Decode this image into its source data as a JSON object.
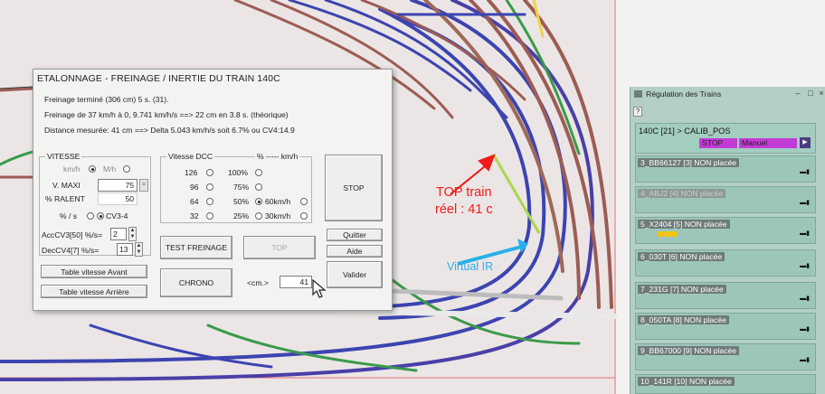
{
  "dialog": {
    "title": "ETALONNAGE - FREINAGE / INERTIE DU TRAIN 140C",
    "info_lines": [
      "Freinage terminé (306 cm) 5 s. (31).",
      "Freinage de 37 km/h à 0, 9.741 km/h/s ==> 22 cm en 3.8 s. (théorique)",
      "Distance mesurée: 41 cm ==> Delta 5.043 km/h/s soit 6.7% ou CV4:14.9"
    ],
    "vitesse": {
      "title": "VITESSE",
      "unit_kmh": "km/h",
      "unit_mh": "M/h",
      "vmaxi_label": "V. MAXI",
      "vmaxi_value": "75",
      "ralent_label": "% RALENT",
      "ralent_value": "50",
      "pct_s_label": "% / s",
      "cv_option": "CV3-4"
    },
    "dcc": {
      "title": "Vitesse  DCC",
      "pct_header": "% ----- km/h",
      "rows": [
        {
          "dcc": "126",
          "pct": "100%",
          "kmh": ""
        },
        {
          "dcc": "96",
          "pct": "75%",
          "kmh": ""
        },
        {
          "dcc": "64",
          "pct": "50%",
          "kmh": "60km/h"
        },
        {
          "dcc": "32",
          "pct": "25%",
          "kmh": "30km/h"
        }
      ]
    },
    "acc_label": "AccCV3[50] %/s=",
    "acc_value": "2",
    "dec_label": "DecCV4[7] %/s=",
    "dec_value": "13",
    "buttons": {
      "stop": "STOP",
      "table_avant": "Table vitesse Avant",
      "table_arriere": "Table vitesse Arrière",
      "test_freinage": "TEST FREINAGE",
      "top": "TOP",
      "chrono": "CHRONO",
      "quitter": "Quitter",
      "aide": "Aide",
      "valider": "Valider"
    },
    "cm_label": "<cm.>",
    "cm_value": "41"
  },
  "annotations": {
    "top_train_line1": "TOP train",
    "top_train_line2": "réel : 41 c",
    "virtual": "Virtual IR",
    "red_color": "#f01b1b",
    "blue_color": "#28b0ea"
  },
  "regulation": {
    "title": "Régulation des Trains",
    "help": "?",
    "current": {
      "name": "140C [21] > CALIB_POS",
      "state": "STOP",
      "mode": "Manuel"
    },
    "trains": [
      {
        "label": "3_BB66127 [3] NON placée",
        "dim": false
      },
      {
        "label": "4_ABJ2 [4] NON placée",
        "dim": true
      },
      {
        "label": "5_X2404 [5] NON placée",
        "dim": false
      },
      {
        "label": "6_030T [6] NON placée",
        "dim": false
      },
      {
        "label": "7_231G [7] NON placée",
        "dim": false
      },
      {
        "label": "8_050TA [8] NON placée",
        "dim": false
      },
      {
        "label": "9_BB67000 [9] NON placée",
        "dim": false
      },
      {
        "label": "10_141R [10] NON placée",
        "dim": false
      }
    ]
  }
}
